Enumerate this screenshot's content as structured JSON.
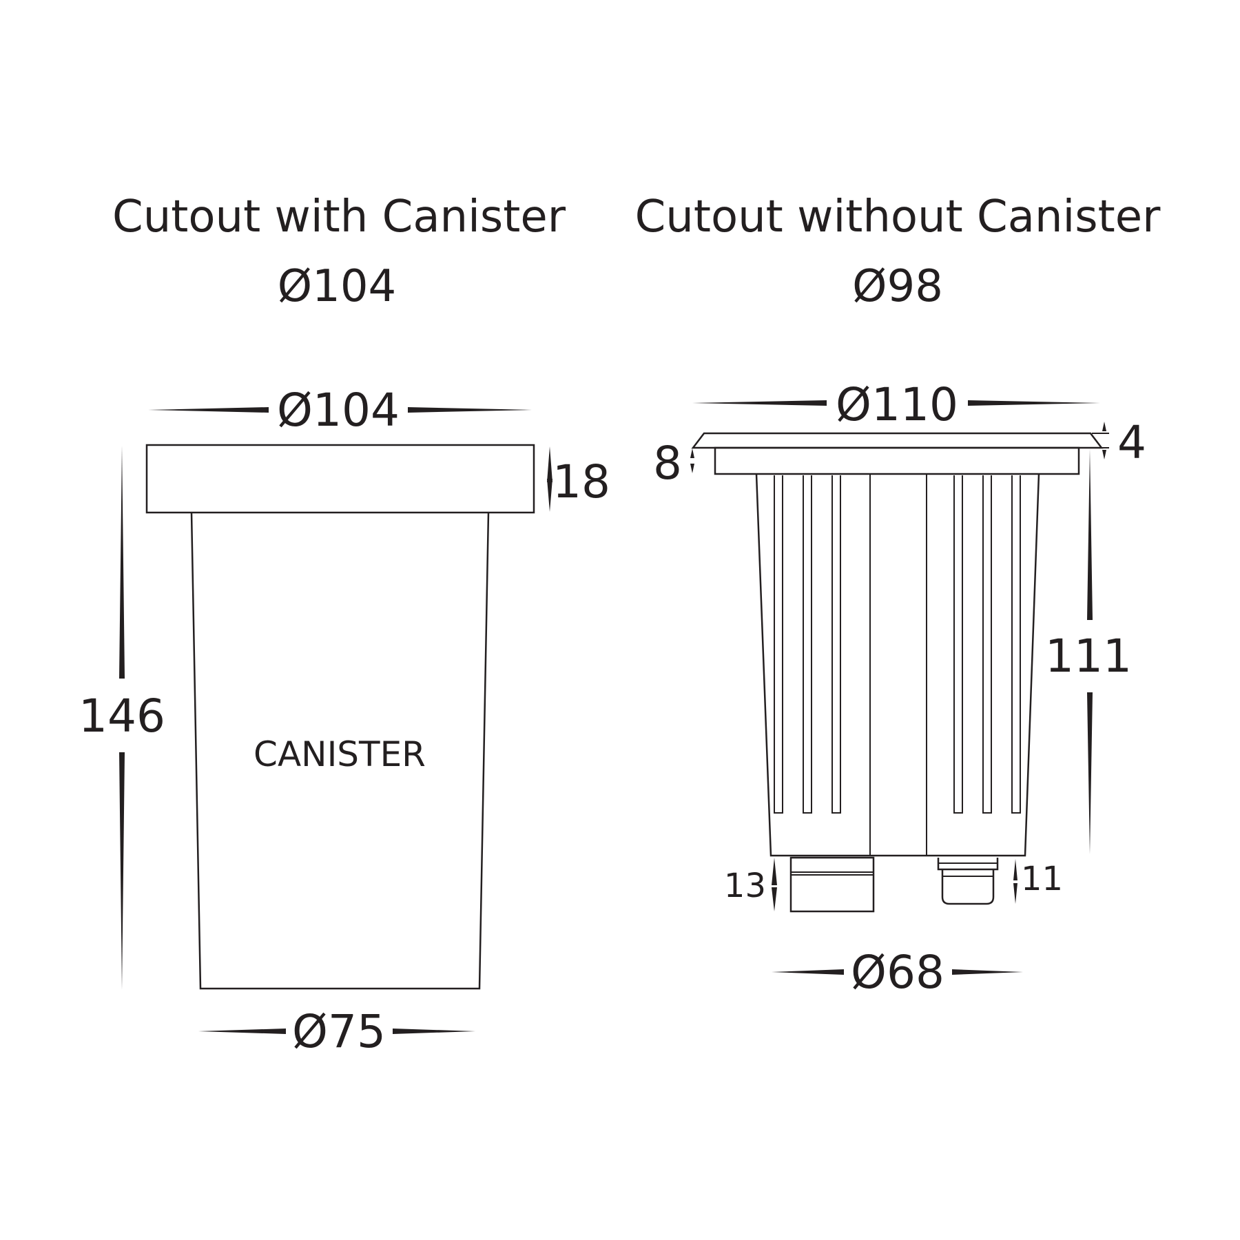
{
  "headings": {
    "with_canister": {
      "title": "Cutout with Canister",
      "value": "Ø104"
    },
    "without_canister": {
      "title": "Cutout without Canister",
      "value": "Ø98"
    }
  },
  "canister_view": {
    "label": "CANISTER",
    "dims": {
      "top_diameter": "Ø104",
      "flange_height": "18",
      "total_height": "146",
      "bottom_diameter": "Ø75"
    }
  },
  "fitting_view": {
    "dims": {
      "bezel_diameter": "Ø110",
      "bezel_thickness": "4",
      "flange_height": "8",
      "body_height": "111",
      "base_diameter": "Ø68",
      "gland_height": "13",
      "cable_height": "11"
    }
  },
  "colors": {
    "line": "#231f20",
    "background": "#ffffff"
  }
}
